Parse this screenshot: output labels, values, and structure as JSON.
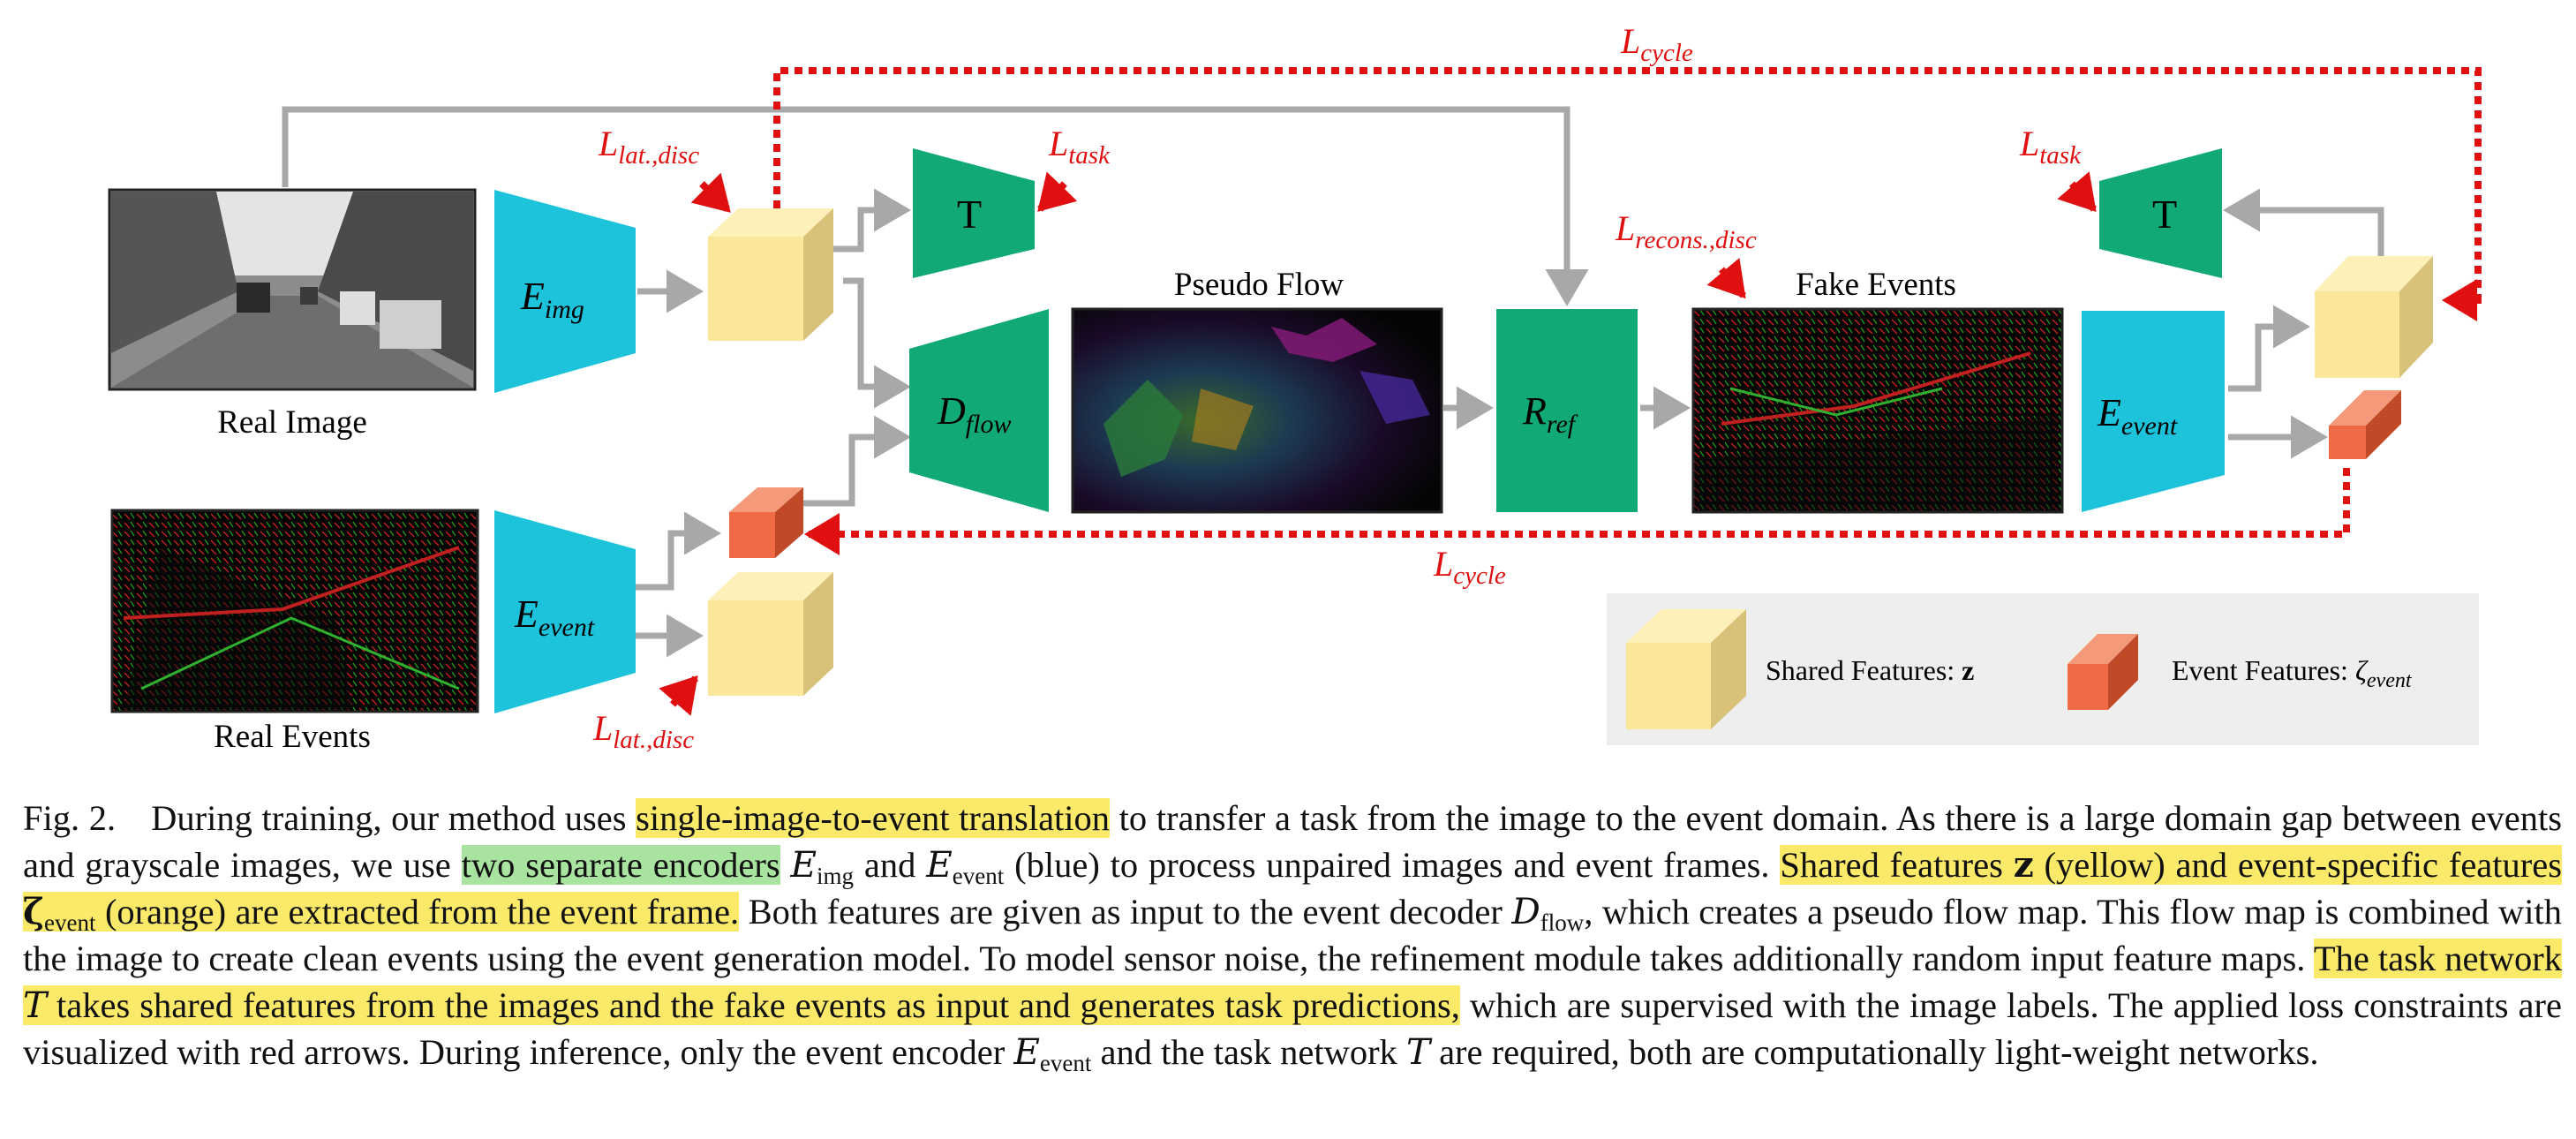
{
  "diagram": {
    "labels": {
      "real_image": "Real Image",
      "real_events": "Real Events",
      "pseudo_flow": "Pseudo Flow",
      "fake_events": "Fake Events"
    },
    "blocks": {
      "e_img": {
        "main": "E",
        "sub": "img"
      },
      "e_event_left": {
        "main": "E",
        "sub": "event"
      },
      "e_event_right": {
        "main": "E",
        "sub": "event"
      },
      "d_flow": {
        "main": "D",
        "sub": "flow"
      },
      "r_ref": {
        "main": "R",
        "sub": "ref"
      },
      "task_left": "T",
      "task_right": "T"
    },
    "losses": {
      "cycle_top": {
        "main": "L",
        "sub": "cycle"
      },
      "cycle_bottom": {
        "main": "L",
        "sub": "cycle"
      },
      "lat_disc_top": {
        "main": "L",
        "sub": "lat.,disc"
      },
      "lat_disc_bottom": {
        "main": "L",
        "sub": "lat.,disc"
      },
      "task_left": {
        "main": "L",
        "sub": "task"
      },
      "task_right": {
        "main": "L",
        "sub": "task"
      },
      "recons_disc": {
        "main": "L",
        "sub": "recons.,disc"
      }
    },
    "legend": {
      "shared_text": "Shared Features: ",
      "shared_symbol": "z",
      "event_text": "Event Features: ",
      "event_symbol": "ζ",
      "event_symbol_sub": "event"
    },
    "colors": {
      "encoder": "#1cc3db",
      "network": "#12a978",
      "shared_feature": "#fbe79a",
      "event_feature": "#f06a45",
      "loss_arrow": "#e01010",
      "flow_arrow": "#a8a8a8",
      "legend_bg": "#eeeeee"
    }
  },
  "caption": {
    "fig_label": "Fig. 2.",
    "s1": "During training, our method uses ",
    "h1": "single-image-to-event translation",
    "s2": " to transfer a task from the image to the event domain. As there is a large domain gap between events and grayscale images, we use ",
    "h2": "two separate encoders",
    "s3": " ",
    "e1": "E",
    "e1_sub": "img",
    "s4": " and ",
    "e2": "E",
    "e2_sub": "event",
    "s5": " (blue) to process unpaired images and event frames. ",
    "h3a": "Shared features ",
    "h3_z": "z",
    "h3b": " (yellow) and event-specific features ",
    "h3_zeta": "ζ",
    "h3_zeta_sub": "event",
    "h3c": " (orange) are extracted from the event frame.",
    "s6": " Both features are given as input to the event decoder ",
    "d1": "D",
    "d1_sub": "flow",
    "s7": ", which creates a pseudo flow map. This flow map is combined with the image to create clean events using the event generation model. To model sensor noise, the refinement module takes additionally random input feature maps. ",
    "h4a": "The task network ",
    "h4_t": "T",
    "h4b": " takes shared features from the images and the fake events as input and generates task predictions,",
    "s8": " which are supervised with the image labels. The applied loss constraints are visualized with red arrows. During inference, only the event encoder ",
    "e3": "E",
    "e3_sub": "event",
    "s9": " and the task network ",
    "t2": "T",
    "s10": " are required, both are computationally light-weight networks."
  }
}
